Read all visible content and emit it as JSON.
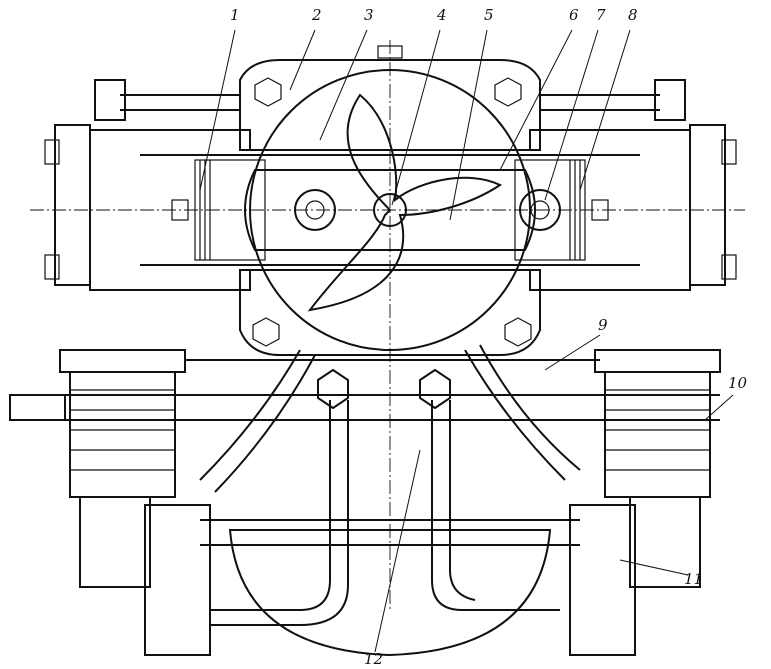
{
  "figure": {
    "subject": "rotary-piston-pump-assembly",
    "callouts": [
      "1",
      "2",
      "3",
      "4",
      "5",
      "6",
      "7",
      "8",
      "9",
      "10",
      "11",
      "12"
    ]
  }
}
